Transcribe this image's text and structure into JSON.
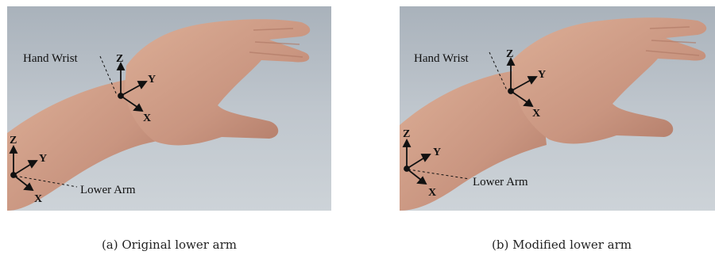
{
  "figure": {
    "panels": [
      {
        "id": "a",
        "caption": "(a) Original lower arm",
        "labels": {
          "hand_wrist": "Hand Wrist",
          "lower_arm": "Lower Arm"
        },
        "axes": {
          "x": "X",
          "y": "Y",
          "z": "Z"
        }
      },
      {
        "id": "b",
        "caption": "(b) Modified lower arm",
        "labels": {
          "hand_wrist": "Hand Wrist",
          "lower_arm": "Lower Arm"
        },
        "axes": {
          "x": "X",
          "y": "Y",
          "z": "Z"
        }
      }
    ]
  },
  "colors": {
    "background": "#b9c1c9",
    "skin": "#d3a189",
    "skin_dark": "#b57f6b",
    "axis": "#111111"
  }
}
